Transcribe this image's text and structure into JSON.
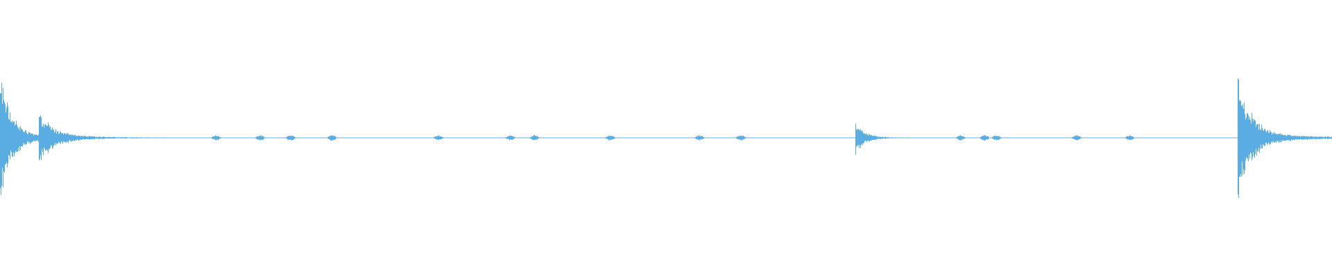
{
  "waveform": {
    "color": "#5aade3",
    "background": "#ffffff",
    "duration": 1.0,
    "baseline_amplitude": 0.004,
    "transients": [
      {
        "time": 0.0,
        "amplitude": 1.0,
        "decay": 0.008
      },
      {
        "time": 0.029,
        "amplitude": 0.38,
        "decay": 0.012
      },
      {
        "time": 0.642,
        "amplitude": 0.28,
        "decay": 0.006
      },
      {
        "time": 0.929,
        "amplitude": 1.0,
        "decay": 0.01
      }
    ],
    "bursts": [
      0.162,
      0.195,
      0.218,
      0.249,
      0.329,
      0.383,
      0.401,
      0.458,
      0.525,
      0.556,
      0.721,
      0.739,
      0.748,
      0.808,
      0.848
    ]
  }
}
